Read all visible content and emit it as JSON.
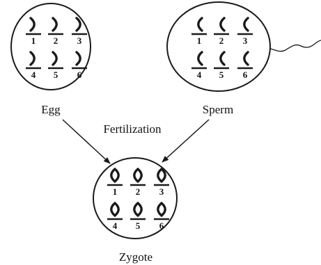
{
  "labels": {
    "egg": "Egg",
    "sperm": "Sperm",
    "fertilization": "Fertilization",
    "zygote": "Zygote"
  },
  "chromosome_numbers": [
    "1",
    "2",
    "3",
    "4",
    "5",
    "6"
  ],
  "colors": {
    "stroke": "#1a1a1a",
    "text": "#111111"
  }
}
